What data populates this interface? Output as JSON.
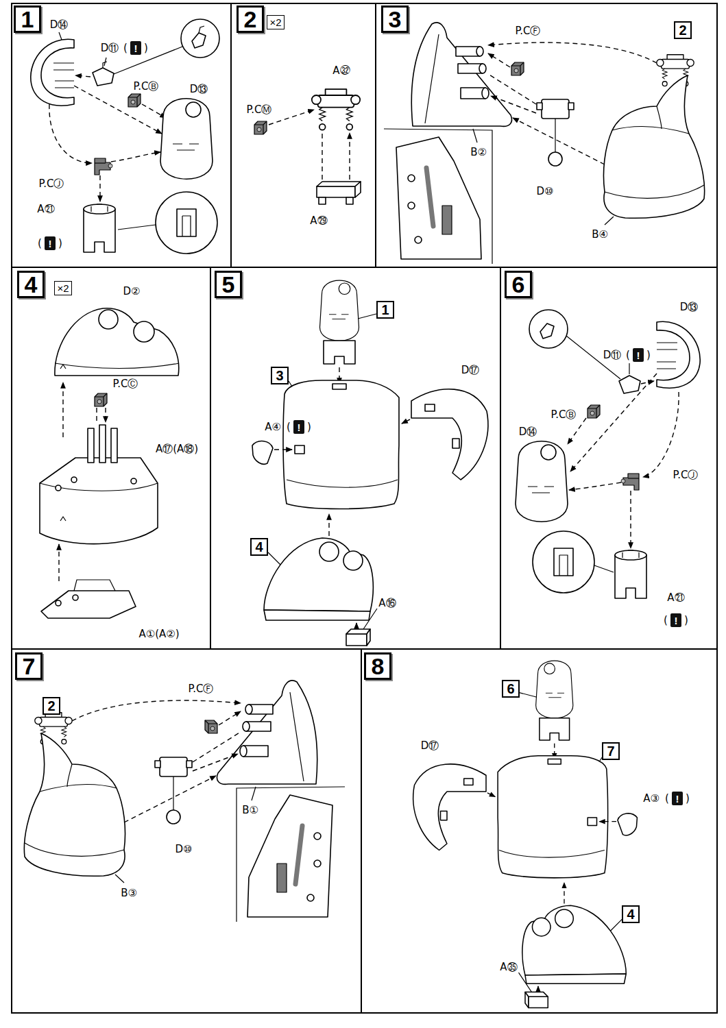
{
  "diagram": {
    "nodes": [
      {
        "text": [
          "1"
        ]
      },
      {
        "text": [
          "!"
        ]
      },
      {
        "text": [
          "!"
        ]
      },
      {
        "text": [
          "2"
        ]
      },
      {
        "text": [
          "×2"
        ]
      },
      {
        "text": [
          "3"
        ]
      },
      {
        "text": [
          "2"
        ]
      },
      {
        "text": [
          "4"
        ]
      },
      {
        "text": [
          "×2"
        ]
      },
      {
        "text": [
          "5"
        ]
      },
      {
        "text": [
          "1"
        ]
      },
      {
        "text": [
          "3"
        ]
      },
      {
        "text": [
          "!"
        ]
      },
      {
        "text": [
          "4"
        ]
      },
      {
        "text": [
          "6"
        ]
      },
      {
        "text": [
          "!"
        ]
      },
      {
        "text": [
          "!"
        ]
      },
      {
        "text": [
          "7"
        ]
      },
      {
        "text": [
          "2"
        ]
      },
      {
        "text": [
          "8"
        ]
      },
      {
        "text": [
          "6"
        ]
      },
      {
        "text": [
          "7"
        ]
      },
      {
        "text": [
          "!"
        ]
      },
      {
        "text": [
          "4"
        ]
      }
    ],
    "labels": [
      "D⑭",
      "D⑪",
      "(",
      ")",
      "P.CⒷ",
      "D⑬",
      "P.CⒿ",
      "A㉑",
      "(",
      ")",
      "A㉜",
      "P.CⓂ",
      "A㉙",
      "P.CⒻ",
      "B②",
      "D⑩",
      "B④",
      "D②",
      "P.CⒸ",
      "A⑰(A⑱)",
      "A①(A②)",
      "D⑰",
      "A④",
      "(",
      ")",
      "A⑯",
      "D⑬",
      "D⑪",
      "(",
      ")",
      "P.CⒷ",
      "D⑭",
      "P.CⒿ",
      "A㉑",
      "(",
      ")",
      "P.CⒻ",
      "B①",
      "D⑩",
      "B③",
      "D⑰",
      "A③",
      "(",
      ")",
      "A㉟"
    ]
  }
}
